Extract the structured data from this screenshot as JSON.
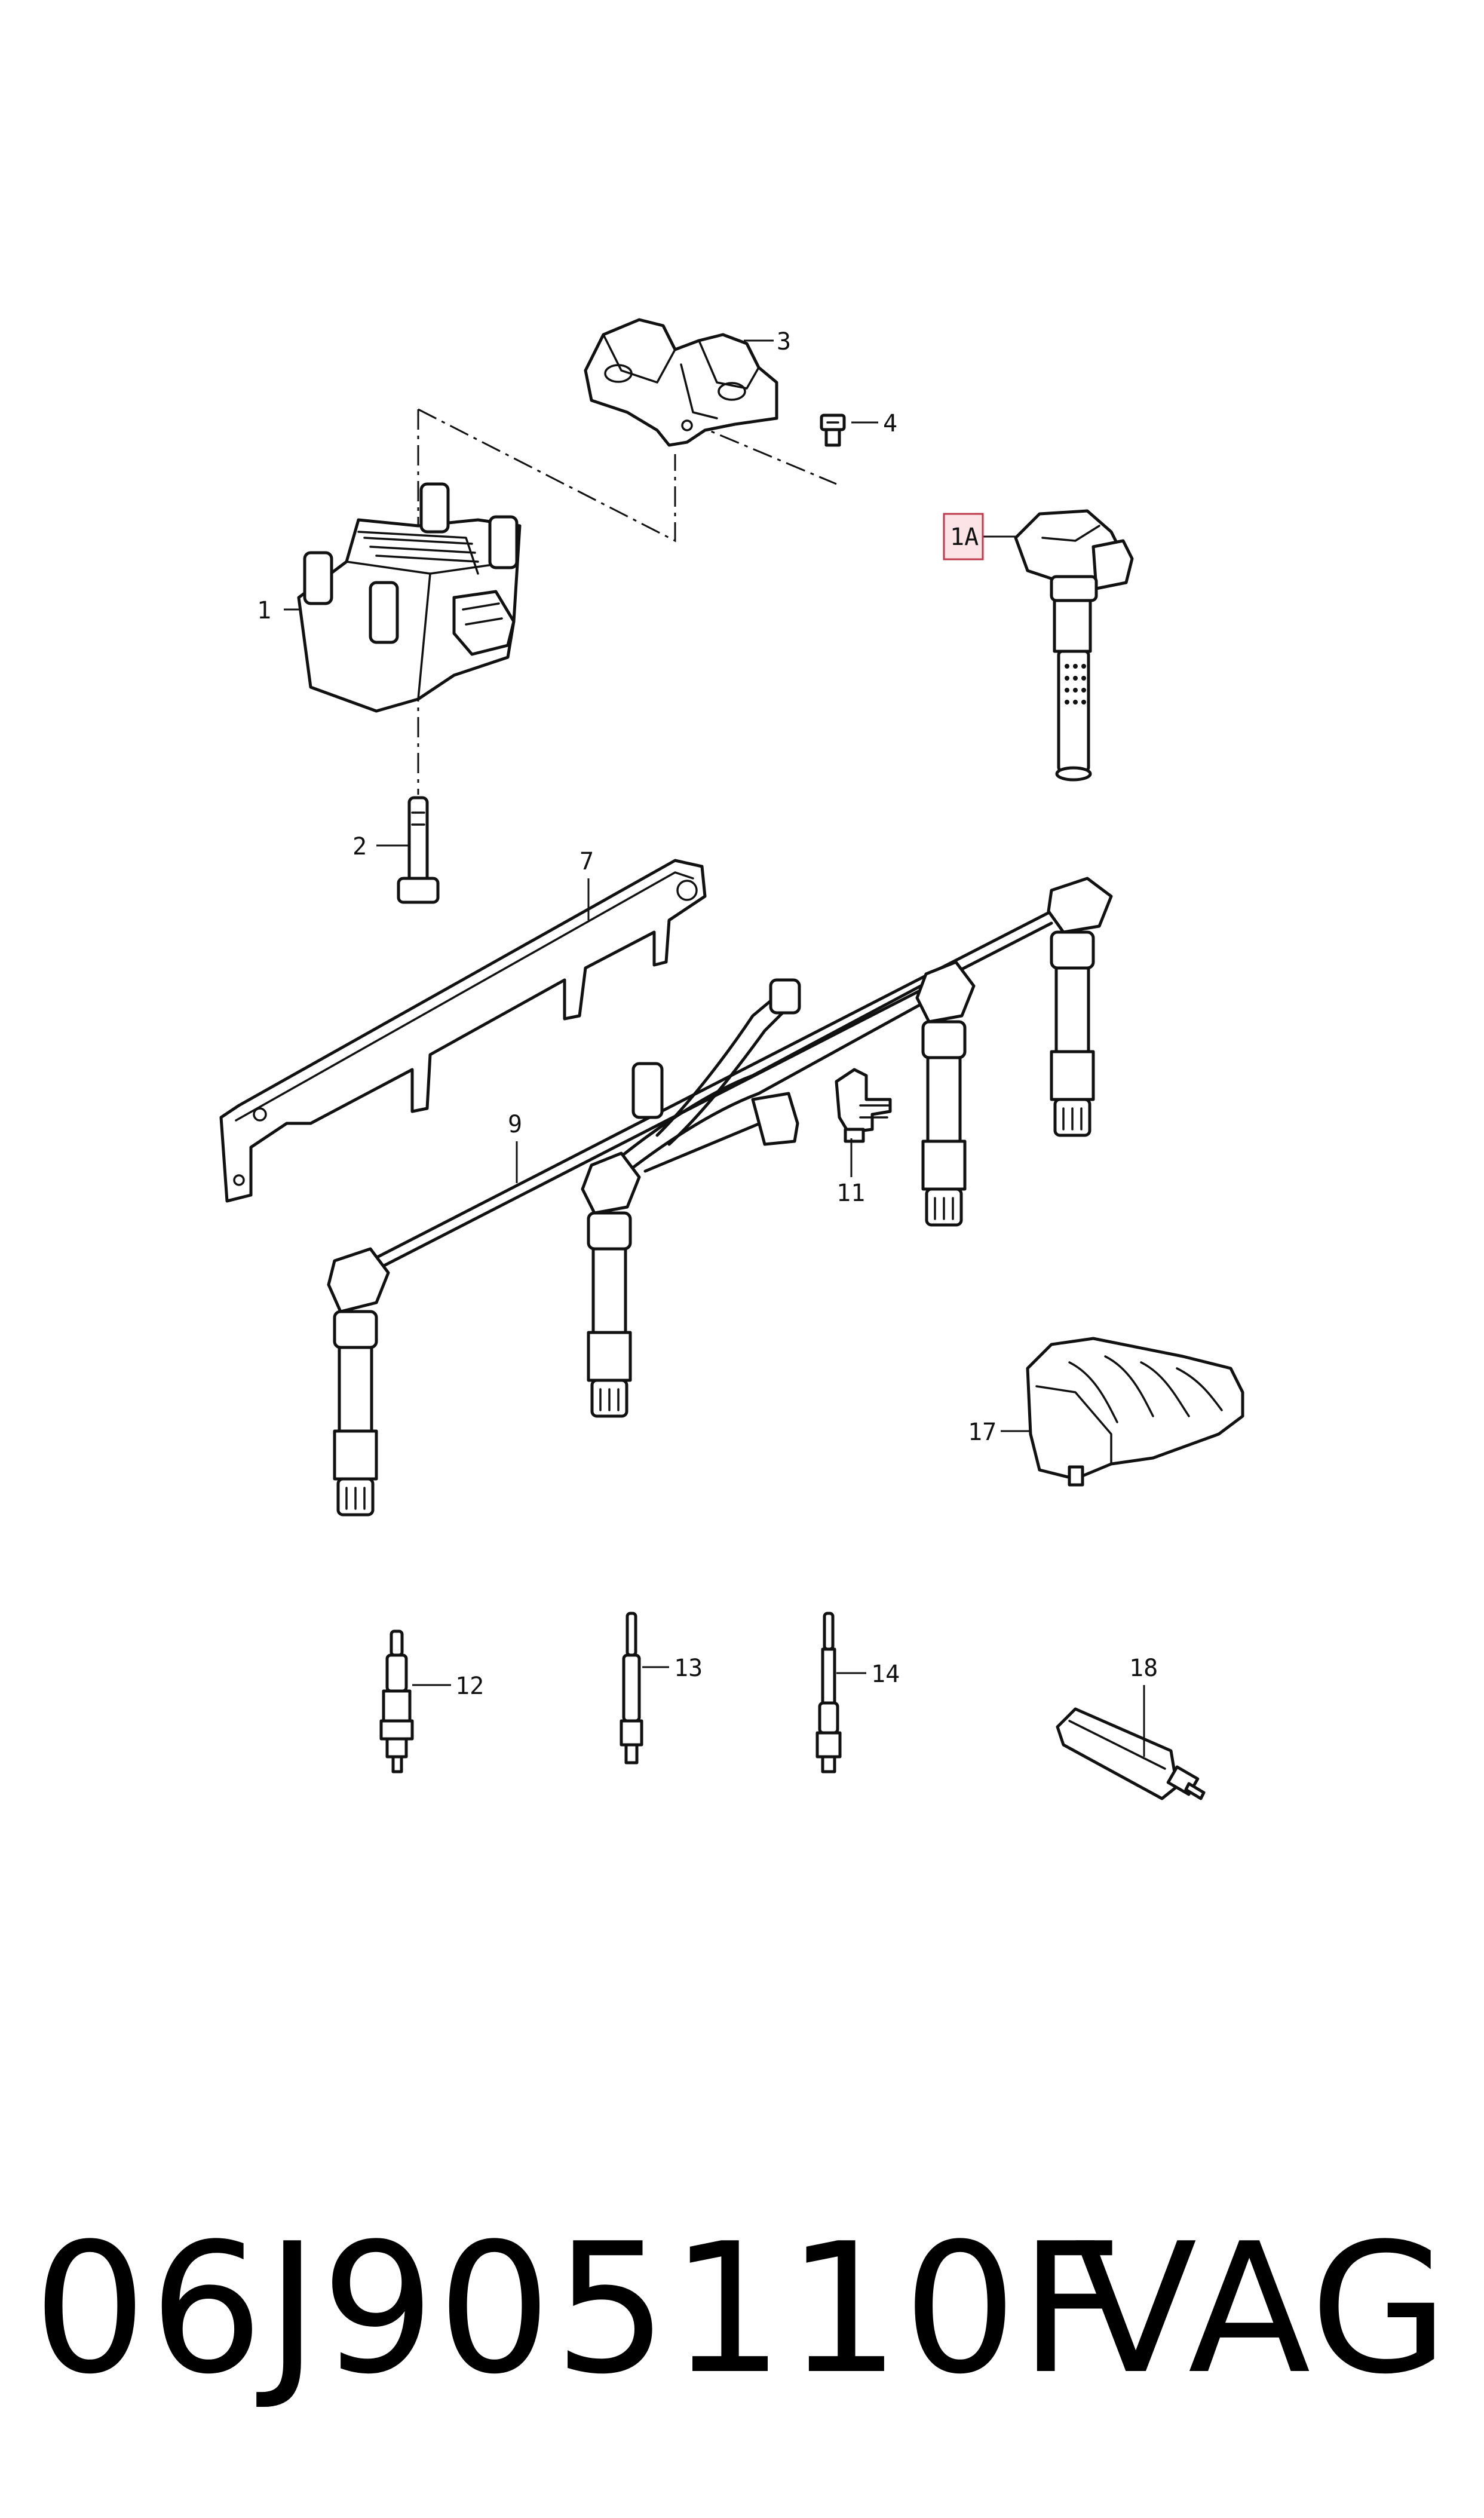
{
  "callouts": {
    "c1": "1",
    "c1a": "1A",
    "c2": "2",
    "c3": "3",
    "c4": "4",
    "c7": "7",
    "c9": "9",
    "c11": "11",
    "c12": "12",
    "c13": "13",
    "c14": "14",
    "c17": "17",
    "c18": "18"
  },
  "footer": {
    "part_number": "06J905110F",
    "brand": "VAG"
  },
  "colors": {
    "line": "#111111",
    "highlight_fill": "#fbe3e6",
    "highlight_stroke": "#c0394b",
    "background": "#ffffff"
  }
}
